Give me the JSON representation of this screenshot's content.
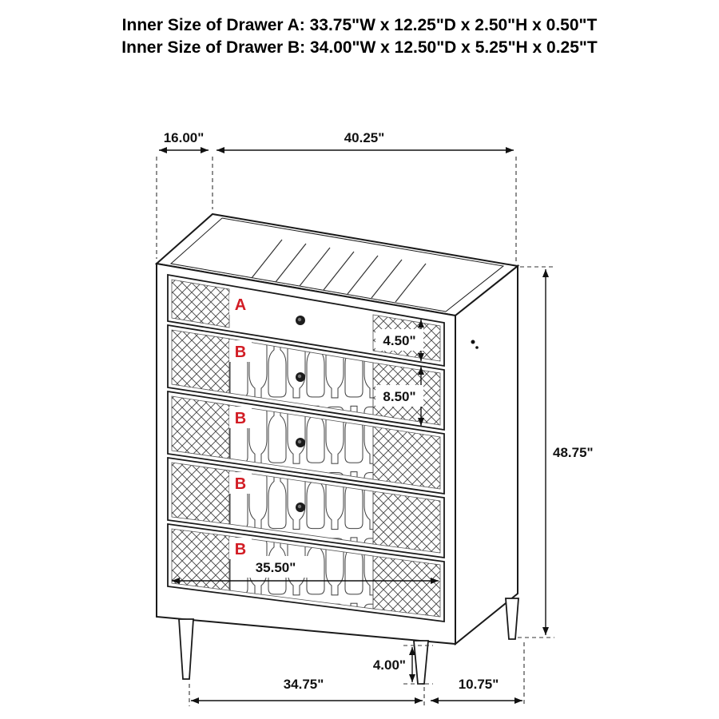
{
  "header": {
    "line1": "Inner Size of Drawer A: 33.75\"W x 12.25\"D x 2.50\"H x 0.50\"T",
    "line2": "Inner Size of Drawer B: 34.00\"W x 12.50\"D x 5.25\"H x 0.25\"T"
  },
  "drawers": [
    {
      "label": "A"
    },
    {
      "label": "B"
    },
    {
      "label": "B"
    },
    {
      "label": "B"
    },
    {
      "label": "B"
    }
  ],
  "dimensions": {
    "top_depth": "16.00\"",
    "top_width": "40.25\"",
    "drawer_a_front_height": "4.50\"",
    "drawer_b_front_height": "8.50\"",
    "overall_height": "48.75\"",
    "interior_width": "35.50\"",
    "leg_height": "4.00\"",
    "base_front_width": "34.75\"",
    "base_side_depth": "10.75\""
  },
  "colors": {
    "line": "#1a1a1a",
    "drawer_label": "#d21c24",
    "background": "#ffffff"
  }
}
